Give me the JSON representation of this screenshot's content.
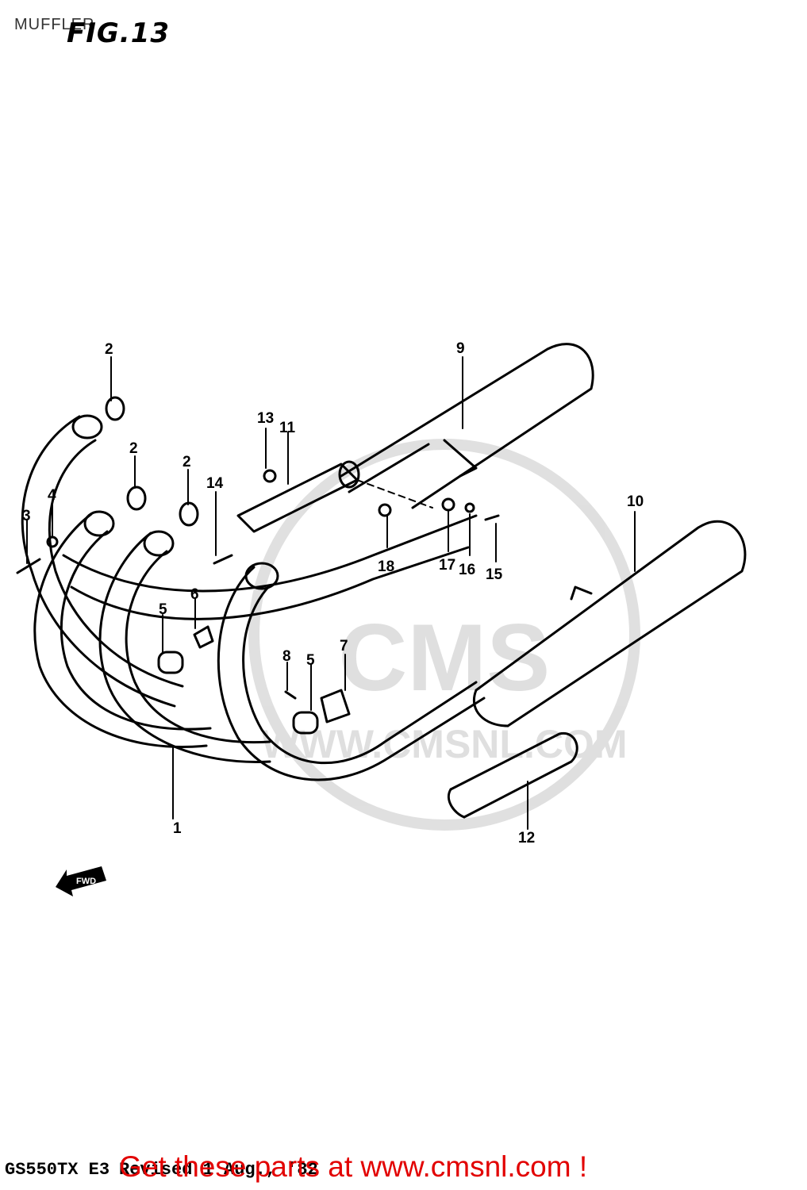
{
  "header": {
    "section_label": "MUFFLER",
    "fig_title": "FIG.13"
  },
  "callouts": [
    "1",
    "2",
    "2",
    "2",
    "3",
    "4",
    "5",
    "5",
    "6",
    "7",
    "8",
    "9",
    "10",
    "11",
    "12",
    "13",
    "14",
    "15",
    "16",
    "17",
    "18"
  ],
  "direction_label": "FWD",
  "watermark": {
    "logo_text": "CMS",
    "url_text": "WWW.CMSNL.COM"
  },
  "footer": {
    "model": "GS550TX E3",
    "revision": "Revised 1 Aug., '82",
    "cta": "Get these parts at www.cmsnl.com !",
    "cta_color": "#e20000"
  }
}
